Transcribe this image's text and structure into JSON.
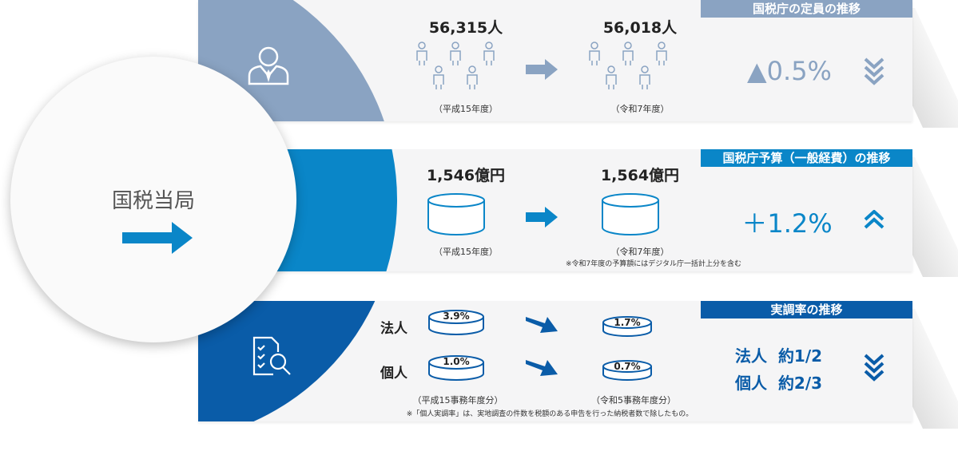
{
  "hub": {
    "title": "国税当局"
  },
  "rows": [
    {
      "header": "国税庁の定員の推移",
      "before_value": "56,315人",
      "after_value": "56,018人",
      "before_period": "（平成15年度）",
      "after_period": "（令和7年度）",
      "change": "▲0.5%",
      "trend_icon": "double-chevron-down",
      "color": "#8aa3c2"
    },
    {
      "header": "国税庁予算（一般経費）の推移",
      "before_value": "1,546億円",
      "after_value": "1,564億円",
      "before_period": "（平成15年度）",
      "after_period": "（令和7年度）",
      "note": "※令和7年度の予算額にはデジタル庁一括計上分を含む",
      "change": "＋1.2%",
      "trend_icon": "chevron-up",
      "color": "#0a86c8"
    },
    {
      "header": "実調率の推移",
      "labels": [
        "法人",
        "個人"
      ],
      "before_values": [
        "3.9%",
        "1.0%"
      ],
      "after_values": [
        "1.7%",
        "0.7%"
      ],
      "before_period": "（平成15事務年度分）",
      "after_period": "（令和5事務年度分）",
      "note": "※「個人実調率」は、実地調査の件数を税額のある申告を行った納税者数で除したもの。",
      "change_lines": [
        {
          "label": "法人",
          "value": "約1/2"
        },
        {
          "label": "個人",
          "value": "約2/3"
        }
      ],
      "trend_icon": "double-chevron-down",
      "color": "#0a5ca8"
    }
  ]
}
